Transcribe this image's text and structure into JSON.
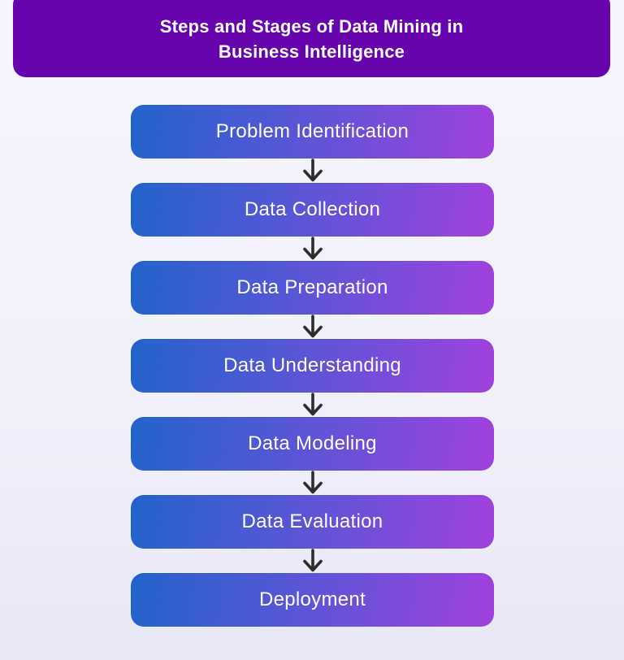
{
  "page": {
    "background_top_color": "#f6f5fd",
    "background_bottom_color": "#e8e7f6"
  },
  "header": {
    "title_line1": "Steps and Stages of Data Mining in",
    "title_line2": "Business Intelligence",
    "background_color": "#6704ad",
    "text_color": "#ffffff"
  },
  "flow": {
    "box_gradient_start_color": "#2163cc",
    "box_gradient_end_color": "#a041dd",
    "box_text_color": "#fdfdfe",
    "arrow_color": "#2d2d2d",
    "steps": [
      {
        "label": "Problem Identification"
      },
      {
        "label": "Data Collection"
      },
      {
        "label": "Data Preparation"
      },
      {
        "label": "Data Understanding"
      },
      {
        "label": "Data Modeling"
      },
      {
        "label": "Data Evaluation"
      },
      {
        "label": "Deployment"
      }
    ]
  }
}
